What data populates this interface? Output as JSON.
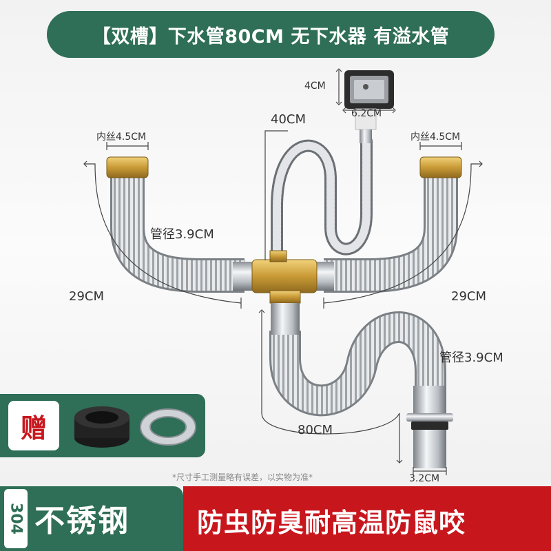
{
  "title": "【双槽】下水管80CM 无下水器 有溢水管",
  "dimensions": {
    "overflow_height": "4CM",
    "overflow_width": "6.2CM",
    "overflow_hose": "40CM",
    "thread_left": "内丝4.5CM",
    "thread_right": "内丝4.5CM",
    "pipe_dia_left": "管径3.9CM",
    "pipe_dia_right": "管径3.9CM",
    "arm_left": "29CM",
    "arm_right": "29CM",
    "drain_length": "80CM",
    "outlet_dia": "3.2CM"
  },
  "gift": {
    "label": "赠"
  },
  "note": "*尺寸手工测量略有误差，以实物为准*",
  "grade": "304",
  "material": "不锈钢",
  "features": "防虫防臭耐高温防鼠咬",
  "colors": {
    "brand_green": "#2f6e57",
    "accent_red": "#c8161d",
    "brass": "#d4a640",
    "steel": "#b8bcc0"
  }
}
